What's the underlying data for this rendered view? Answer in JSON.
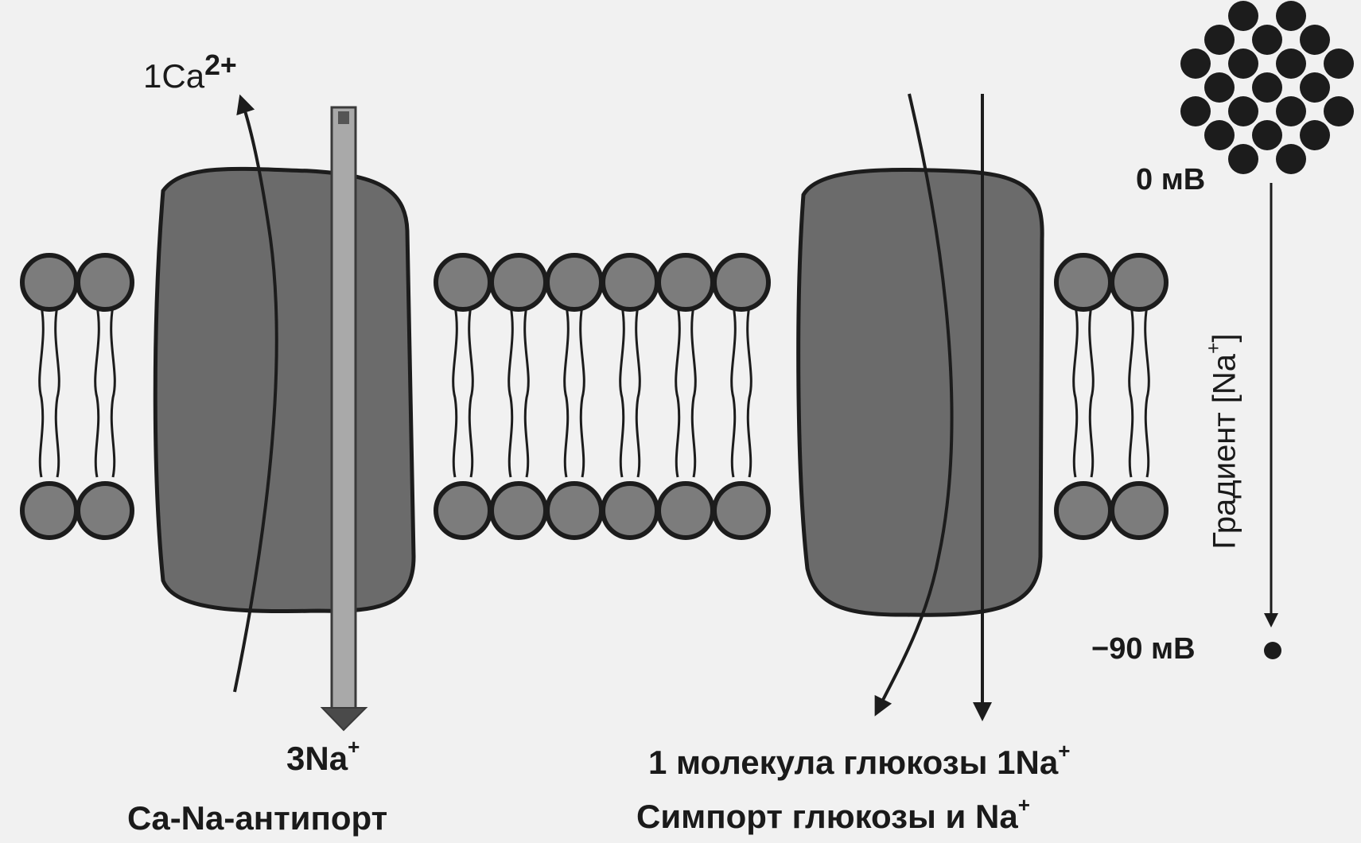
{
  "labels": {
    "ca_base": "1Ca",
    "ca_charge": "2+",
    "na3_base": "3Na",
    "na_charge": "+",
    "antiport_name": "Ca-Na-антипорт",
    "glucose_text": "1 молекула глюкозы  1Na",
    "symport_text": "Симпорт глюкозы и  Na",
    "potential_top": "0 мВ",
    "potential_bottom": "−90 мВ",
    "gradient_text": "Градиент  [Na",
    "gradient_close": "]"
  },
  "colors": {
    "protein": "#6b6b6b",
    "head": "#7c7c7c",
    "outline": "#1c1c1c",
    "na_channel": "#a9a9a9",
    "background": "#f1f1f1"
  }
}
